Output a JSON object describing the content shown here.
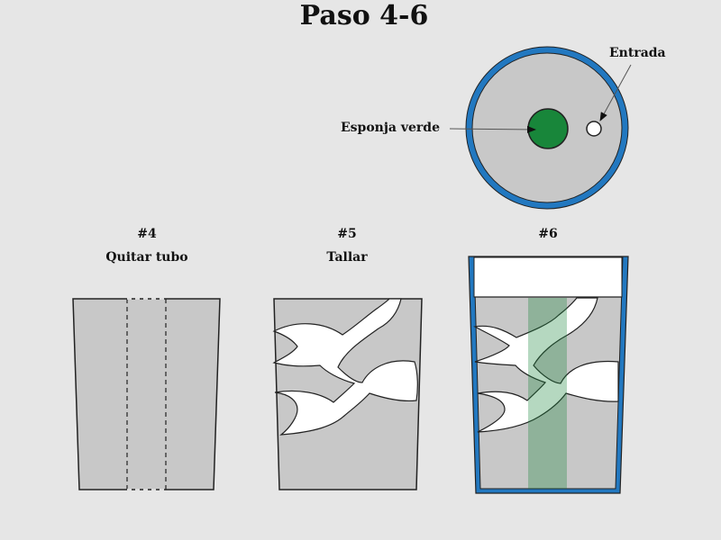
{
  "title": "Paso 4-6",
  "steps": [
    {
      "number": "#4",
      "caption": "Quitar tubo"
    },
    {
      "number": "#5",
      "caption": "Tallar"
    },
    {
      "number": "#6",
      "caption": ""
    }
  ],
  "top_view": {
    "labels": {
      "inlet": "Entrada",
      "sponge": "Esponja verde"
    }
  },
  "colors": {
    "background": "#e6e6e6",
    "container_gray": "#c8c8c8",
    "blue_rim": "#2278c0",
    "sponge_green": "#18863a",
    "sponge_light": "#9cd0a8",
    "water_white": "#ffffff",
    "outline": "#222222"
  },
  "icons": [
    "arrow-icon"
  ]
}
